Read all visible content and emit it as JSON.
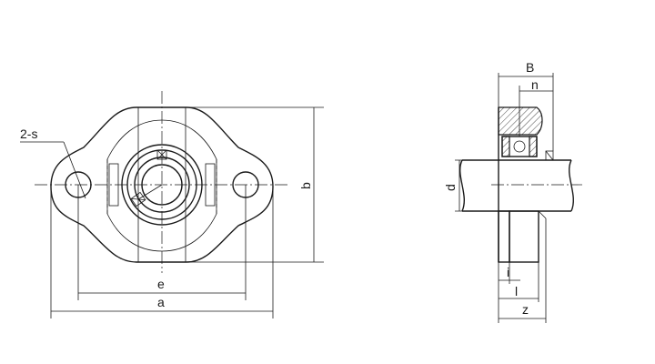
{
  "labels": {
    "holes": "2-s",
    "bolt_spacing": "e",
    "overall_length": "a",
    "height": "b",
    "shaft_diameter": "d",
    "width": "B",
    "offset_n": "n",
    "dim_i": "i",
    "dim_l": "l",
    "dim_z": "z"
  }
}
